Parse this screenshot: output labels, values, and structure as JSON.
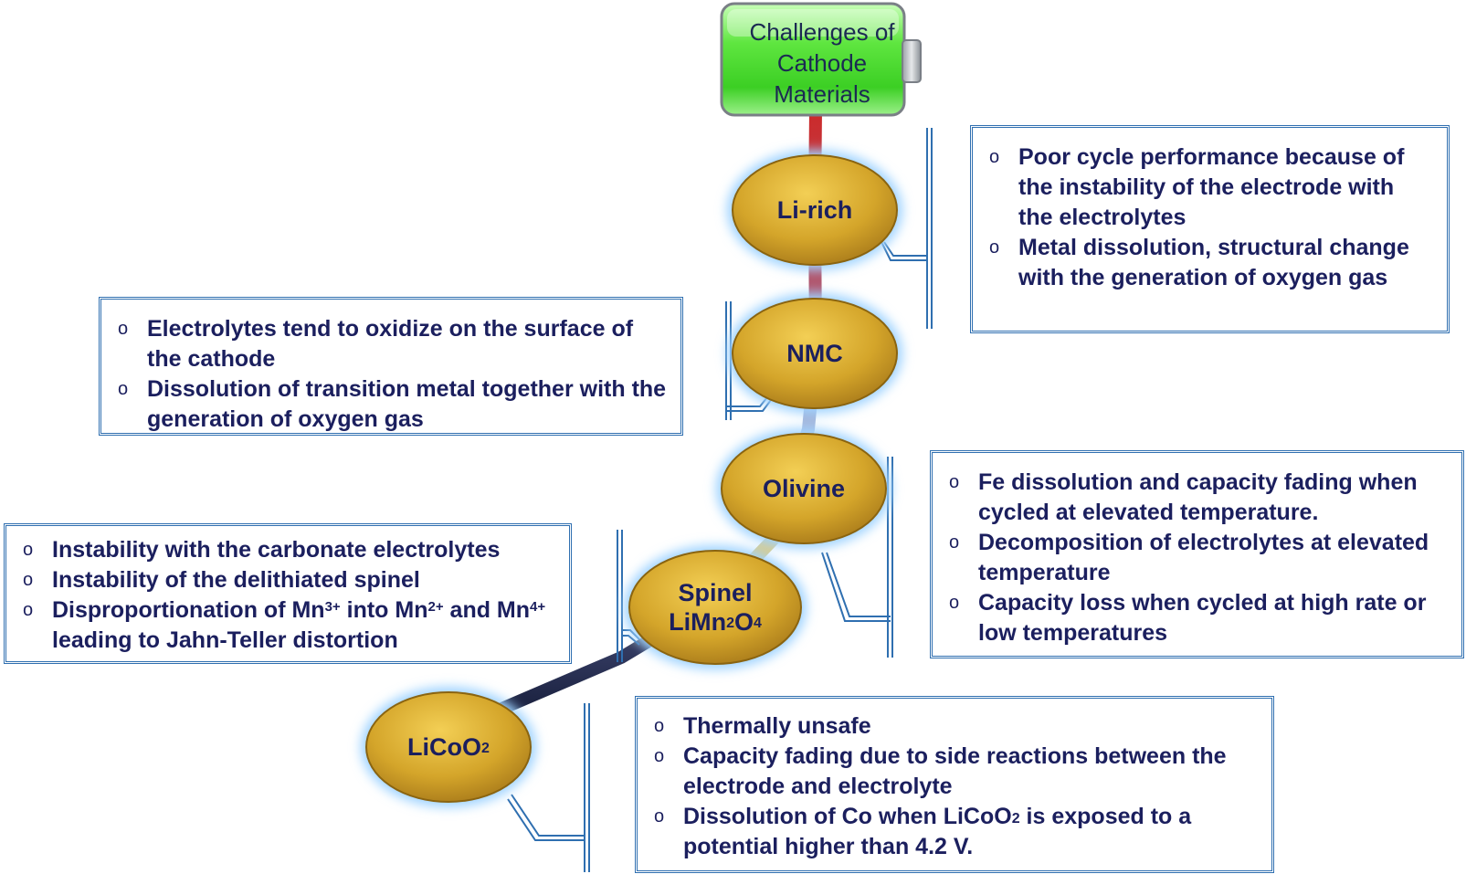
{
  "title": [
    "Challenges of",
    "Cathode",
    "Materials"
  ],
  "colors": {
    "node_fill": "#d4a52a",
    "node_glow": "#9fd3ff",
    "box_border": "#2f6fb0",
    "text": "#1b1f5e",
    "battery_green": "#5fe640"
  },
  "nodes": [
    {
      "id": "li-rich",
      "label": "Li-rich"
    },
    {
      "id": "nmc",
      "label": "NMC"
    },
    {
      "id": "olivine",
      "label": "Olivine"
    },
    {
      "id": "spinel",
      "label_line1": "Spinel",
      "label_base": "LiMn",
      "label_sub1": "2",
      "label_mid": "O",
      "label_sub2": "4"
    },
    {
      "id": "licoo2",
      "label_base": "LiCoO",
      "label_sub": "2"
    }
  ],
  "boxes": {
    "li_rich": [
      "Poor cycle performance because of the instability of the electrode with the electrolytes",
      "Metal dissolution, structural change with the generation of oxygen gas"
    ],
    "nmc": [
      "Electrolytes tend to oxidize on the surface of the cathode",
      "Dissolution of transition metal together with the generation of oxygen gas"
    ],
    "olivine": [
      "Fe dissolution and capacity fading when cycled at elevated temperature.",
      "Decomposition of electrolytes at elevated temperature",
      "Capacity loss when cycled at high rate or low temperatures"
    ],
    "spinel": {
      "item1": "Instability with the carbonate electrolytes",
      "item2": "Instability of the delithiated spinel",
      "item3_a": "Disproportionation of Mn",
      "item3_sup1": "3+",
      "item3_b": " into Mn",
      "item3_sup2": "2+",
      "item3_c": " and Mn",
      "item3_sup3": "4+",
      "item3_d": " leading to Jahn-Teller distortion"
    },
    "licoo2": {
      "item1": "Thermally unsafe",
      "item2": "Capacity fading due to side reactions between the electrode and electrolyte",
      "item3_a": "Dissolution of Co when LiCoO",
      "item3_sub": "2",
      "item3_b": " is exposed to a potential higher than 4.2 V."
    }
  },
  "bullet": "o"
}
